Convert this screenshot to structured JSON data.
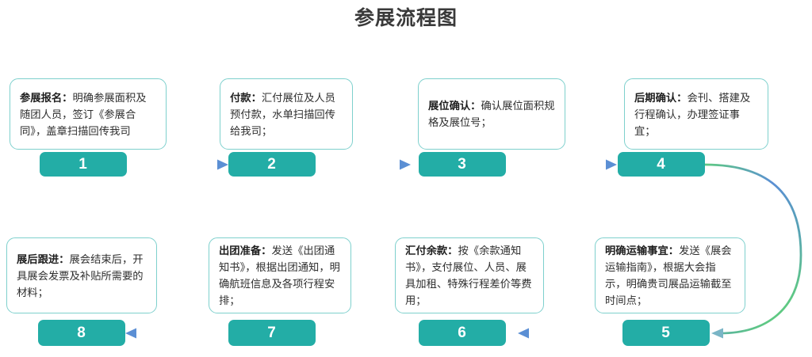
{
  "title": "参展流程图",
  "colors": {
    "badge_fill": "#23ada6",
    "card_border": "#7ed0cd",
    "connector_green": "#4cc47f",
    "connector_blue": "#5b8fd4",
    "title_color": "#3a3a3a"
  },
  "steps": [
    {
      "number": "1",
      "heading": "参展报名：",
      "body": "明确参展面积及随团人员，签订《参展合同》，盖章扫描回传我司",
      "row": "top"
    },
    {
      "number": "2",
      "heading": "付款：",
      "body": "汇付展位及人员预付款，水单扫描回传给我司；",
      "row": "top"
    },
    {
      "number": "3",
      "heading": "展位确认：",
      "body": "确认展位面积规格及展位号；",
      "row": "top"
    },
    {
      "number": "4",
      "heading": "后期确认：",
      "body": "会刊、搭建及行程确认，办理签证事宜；",
      "row": "top"
    },
    {
      "number": "5",
      "heading": "明确运输事宜：",
      "body": "发送《展会运输指南》，根据大会指示，明确贵司展品运输截至时间点；",
      "row": "bottom"
    },
    {
      "number": "6",
      "heading": "汇付余款：",
      "body": "按《余款通知书》，支付展位、人员、展具加租、特殊行程差价等费用；",
      "row": "bottom"
    },
    {
      "number": "7",
      "heading": "出团准备：",
      "body": "发送《出团通知书》，根据出团通知，明确航班信息及各项行程安排；",
      "row": "bottom"
    },
    {
      "number": "8",
      "heading": "展后跟进：",
      "body": "展会结束后，开具展会发票及补贴所需要的材料；",
      "row": "bottom"
    }
  ],
  "flow": {
    "order": [
      "1",
      "2",
      "3",
      "4",
      "5",
      "6",
      "7",
      "8"
    ],
    "top_direction": "left-to-right",
    "bottom_direction": "right-to-left",
    "wrap": "4-to-5 via curved connector on right side"
  }
}
